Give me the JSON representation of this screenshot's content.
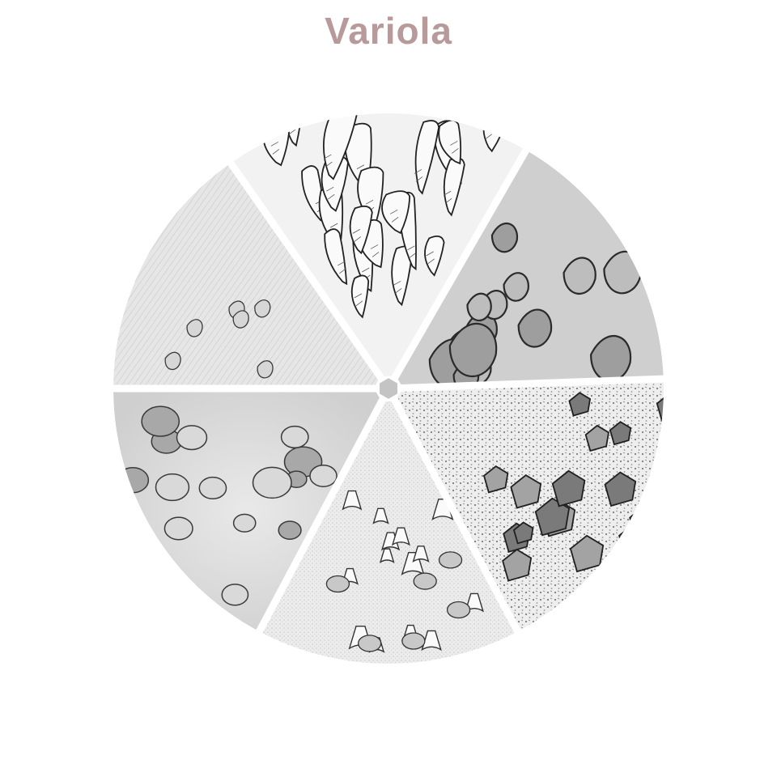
{
  "title": "Variola",
  "colors": {
    "title": "#b89a9a",
    "paper": "#ffffff",
    "ink": "#2a2a2a",
    "hub": "#bdbdbd"
  },
  "segments": [
    {
      "icon": "isidia-coral-icon",
      "style": "coral"
    },
    {
      "icon": "lobed-thallus-icon",
      "style": "lobes"
    },
    {
      "icon": "granular-crust-icon",
      "style": "granular"
    },
    {
      "icon": "cup-pustule-icon",
      "style": "pedicels"
    },
    {
      "icon": "blister-lobes-icon",
      "style": "blisters"
    },
    {
      "icon": "stippled-surface-icon",
      "style": "stipple"
    }
  ]
}
